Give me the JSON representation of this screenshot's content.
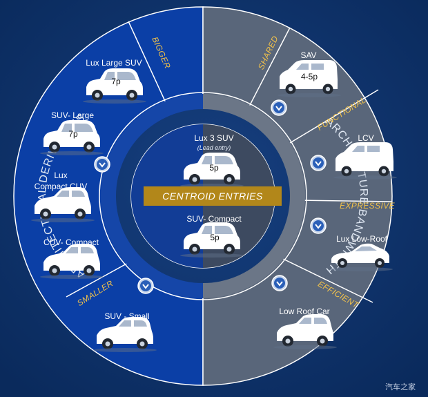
{
  "colors": {
    "background": "#0b2f66",
    "left_panel": "#0b3fa6",
    "right_panel": "#59667a",
    "ring": "#6b7687",
    "centroid_bar": "#b2871a",
    "category_label": "#f2c24a"
  },
  "left": {
    "arc_label": "ARCHITECTURAL DERIVATIVES",
    "bigger_label": "BIGGER",
    "smaller_label": "SMALLER",
    "items": [
      {
        "name": "Lux Large SUV",
        "capacity": "7p"
      },
      {
        "name": "SUV- Large",
        "capacity": "7p"
      },
      {
        "name_line1": "Lux",
        "name_line2": "Compact CUV"
      },
      {
        "name": "CUV- Compact"
      },
      {
        "name": "SUV - Small"
      }
    ]
  },
  "right": {
    "arc_label": "ARCHITECTURE BANDWIDTH",
    "items": [
      {
        "category": "SHARED",
        "name": "SAV",
        "capacity": "4-5p"
      },
      {
        "category": "FUNCTIONAL",
        "name": "LCV"
      },
      {
        "category": "EXPRESSIVE",
        "name": "Lux Low-Roof"
      },
      {
        "category": "EFFICIENT",
        "name": "Low Roof Car"
      }
    ]
  },
  "center": {
    "top_name": "Lux 3 SUV",
    "top_note": "(Lead entry)",
    "top_capacity": "5p",
    "banner": "CENTROID ENTRIES",
    "bottom_name": "SUV- Compact",
    "bottom_capacity": "5p"
  },
  "watermark": "汽车之家"
}
